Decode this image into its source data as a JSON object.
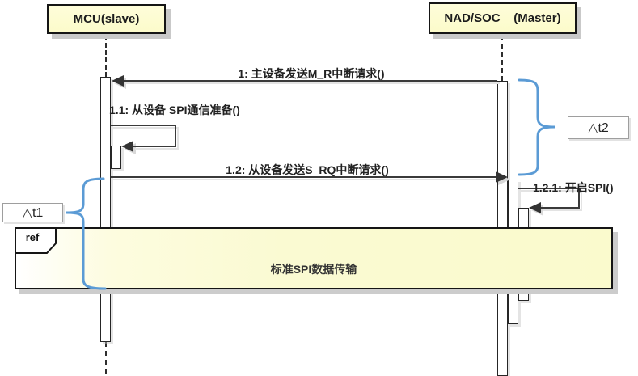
{
  "diagram": {
    "participants": [
      {
        "id": "mcu",
        "label": "MCU(slave)"
      },
      {
        "id": "nad",
        "label": "NAD/SOC    (Master)"
      }
    ],
    "messages": [
      {
        "id": "1",
        "label": "1: 主设备发送M_R中断请求()",
        "from": "nad",
        "to": "mcu",
        "kind": "call"
      },
      {
        "id": "1.1",
        "label": "1.1: 从设备 SPI通信准备()",
        "from": "mcu",
        "to": "mcu",
        "kind": "self"
      },
      {
        "id": "1.2",
        "label": "1.2: 从设备发送S_RQ中断请求()",
        "from": "mcu",
        "to": "nad",
        "kind": "call"
      },
      {
        "id": "1.2.1",
        "label": "1.2.1: 开启SPI()",
        "from": "nad",
        "to": "nad",
        "kind": "self"
      }
    ],
    "fragment": {
      "operator": "ref",
      "label": "标准SPI数据传输"
    },
    "annotations": [
      {
        "id": "t1",
        "label": "△t1"
      },
      {
        "id": "t2",
        "label": "△t2"
      }
    ],
    "colors": {
      "yellow": "#fcfbca",
      "border-dark": "#151515",
      "line": "#3a3a3a",
      "box-shadow": "#c9c9c9",
      "blue": "#5b9bd5",
      "annot-border": "#9e9e9e"
    }
  }
}
